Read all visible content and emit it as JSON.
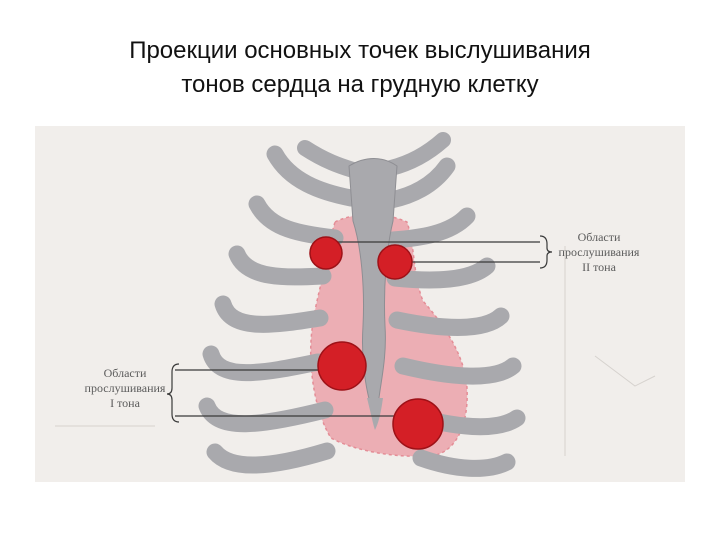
{
  "title": {
    "line1": "Проекции основных точек выслушивания",
    "line2": "тонов сердца на грудную клетку"
  },
  "colors": {
    "rib": "#a9a9ad",
    "rib_shadow": "#8e8e93",
    "heart_area": "#ecaeb4",
    "point": "#d41f26",
    "point_stroke": "#9e1117",
    "leader": "#3a3a3a",
    "figure_bg": "#f1eeeb",
    "annotation_text": "#5b5b5b"
  },
  "annotations": {
    "second_tone": {
      "line1": "Области",
      "line2": "прослушивания",
      "line3": "II тона"
    },
    "first_tone": {
      "line1": "Области",
      "line2": "прослушивания",
      "line3": "I тона"
    }
  },
  "points": [
    {
      "name": "aortic-point",
      "tone": "II"
    },
    {
      "name": "pulmonary-point",
      "tone": "II"
    },
    {
      "name": "tricuspid-point",
      "tone": "I"
    },
    {
      "name": "mitral-point",
      "tone": "I"
    }
  ]
}
